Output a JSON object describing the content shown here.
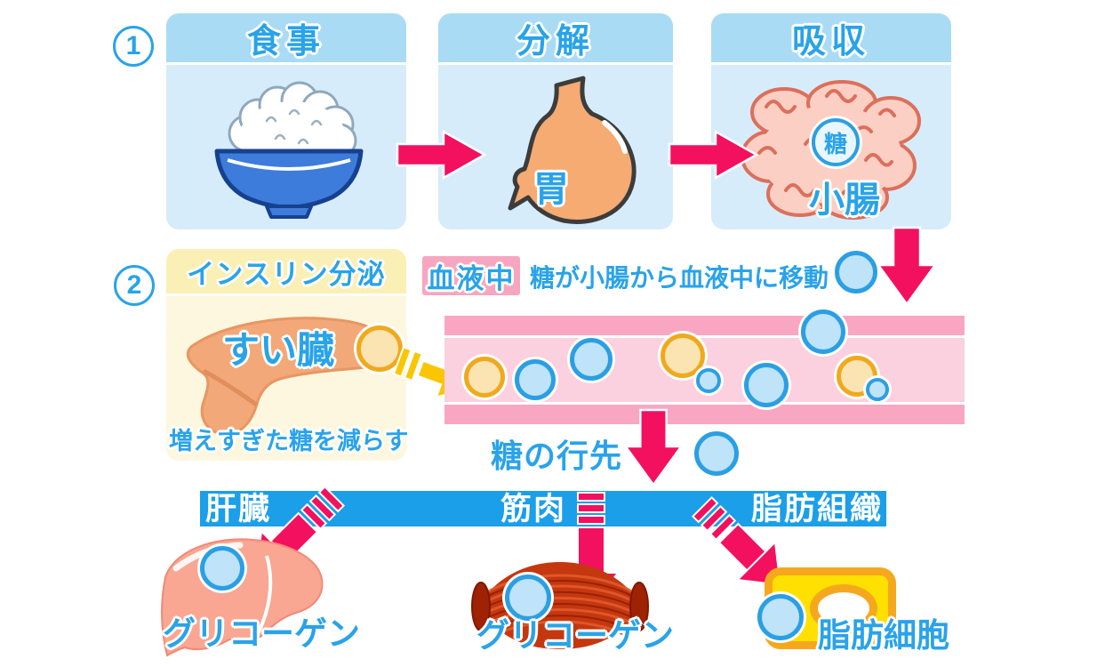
{
  "steps": {
    "one": "1",
    "two": "2"
  },
  "process_panels": [
    {
      "title": "食事"
    },
    {
      "title": "分解",
      "organ": "胃"
    },
    {
      "title": "吸収",
      "organ": "小腸",
      "sugar": "糖"
    }
  ],
  "insulin_panel": {
    "title": "インスリン分泌",
    "organ": "すい臓",
    "caption": "増えすぎた糖を減らす"
  },
  "blood": {
    "tag": "血液中",
    "note": "糖が小腸から血液中に移動"
  },
  "destination": {
    "heading": "糖の行先",
    "bar": [
      "肝臓",
      "筋肉",
      "脂肪組織"
    ],
    "results": [
      {
        "label": "グリコーゲン"
      },
      {
        "label": "グリコーゲン"
      },
      {
        "label": "脂肪細胞"
      }
    ]
  },
  "colors": {
    "accent_blue": "#29A3E9",
    "bar_blue": "#1B9FE8",
    "arrow_pink": "#F3105F",
    "gold_arrow": "#FBC500",
    "vessel_wall": "#F9A6C3",
    "vessel_lumen": "#FBD0DF",
    "sugar_border": "#2B9FE3",
    "sugar_fill": "#BFE3F8",
    "insulin_border": "#F0A91D",
    "insulin_fill": "#FBE4B2",
    "panel_header_blue": "#A9DBF5",
    "panel_body_blue": "#D7ECFA",
    "insulin_header_yellow": "#FAF0B5",
    "insulin_body_yellow": "#FCF7DE",
    "blood_tag_pink": "#F7A6C1"
  }
}
